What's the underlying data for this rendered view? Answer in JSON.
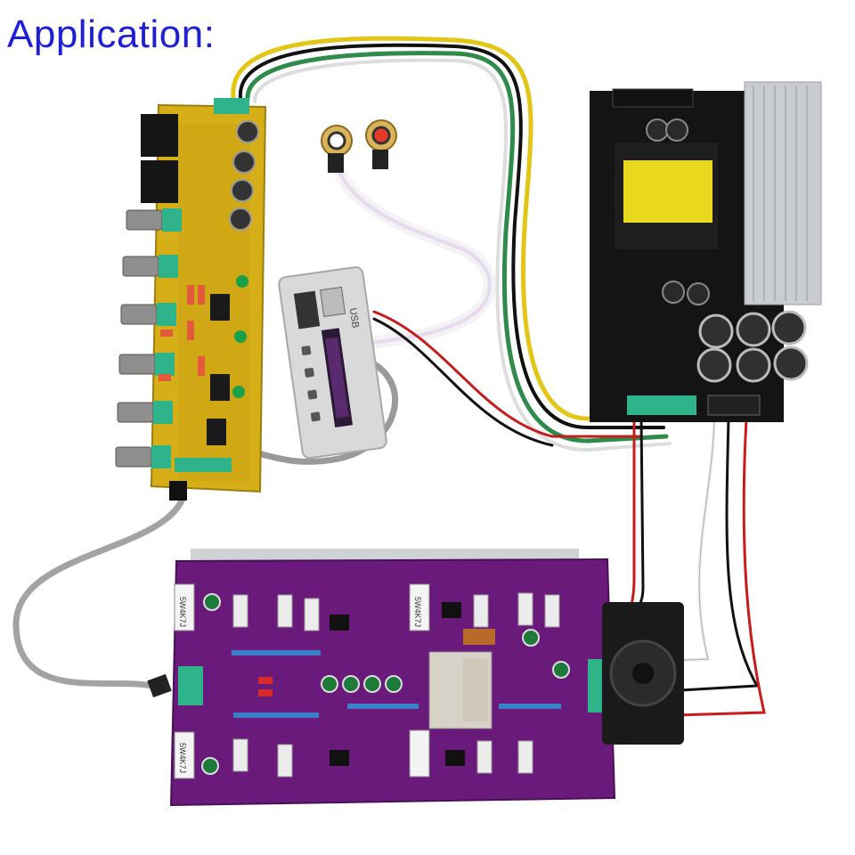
{
  "heading": {
    "text": "Application:"
  },
  "photo": {
    "components": [
      "tone-control-board",
      "bluetooth-usb-decoder-module",
      "rca-input-jacks",
      "power-supply-board",
      "amplifier-board",
      "cooling-fan"
    ],
    "decoder_label": "USB",
    "resistor_marks": [
      "5W4K7J",
      "5W4K7J",
      "5W4K7J"
    ]
  },
  "colors": {
    "heading": "#1f1fd6",
    "tone_board": "#d9b21f",
    "amp_board": "#6a1a7a",
    "psu_board": "#111111",
    "heatsink": "#c9ccd1",
    "transformer": "#e8d81e"
  }
}
